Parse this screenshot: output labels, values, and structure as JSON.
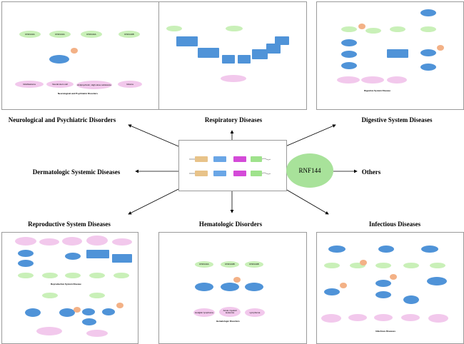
{
  "titles": {
    "neuro": "Neurological and Psychiatric Disorders",
    "resp": "Respiratory Diseases",
    "digest": "Digestive System Diseases",
    "derm": "Dermatologic Systemic Diseases",
    "others": "Others",
    "repro": "Reproductive System Diseases",
    "hema": "Hematologic Disorders",
    "infect": "Infectious Diseases"
  },
  "center": {
    "label": "RNF144"
  },
  "neuro_panel": {
    "nodes_top": [
      "RNF144A",
      "RNF144A",
      "RNF144A",
      "RNF144B"
    ],
    "nodes_bottom": [
      "Glioblastoma",
      "Neural stem cell",
      "Antipsychotic, High-dose substance",
      "Glioma"
    ],
    "caption": "Neurological and Psychiatric Disorders"
  },
  "digest_panel": {
    "caption": "Digestive System Disease"
  },
  "repro_panel": {
    "caption": "Reproductive System Disease"
  },
  "hema_panel": {
    "top": [
      "RNF144A",
      "RNF144B",
      "RNF144B"
    ],
    "bottom": [
      "Hodgkin lymphoma",
      "Acute myeloid leukemia",
      "Lymphoma"
    ],
    "caption": "Hematologic Disorders"
  },
  "infect_panel": {
    "caption": "Infectious Diseases"
  }
}
